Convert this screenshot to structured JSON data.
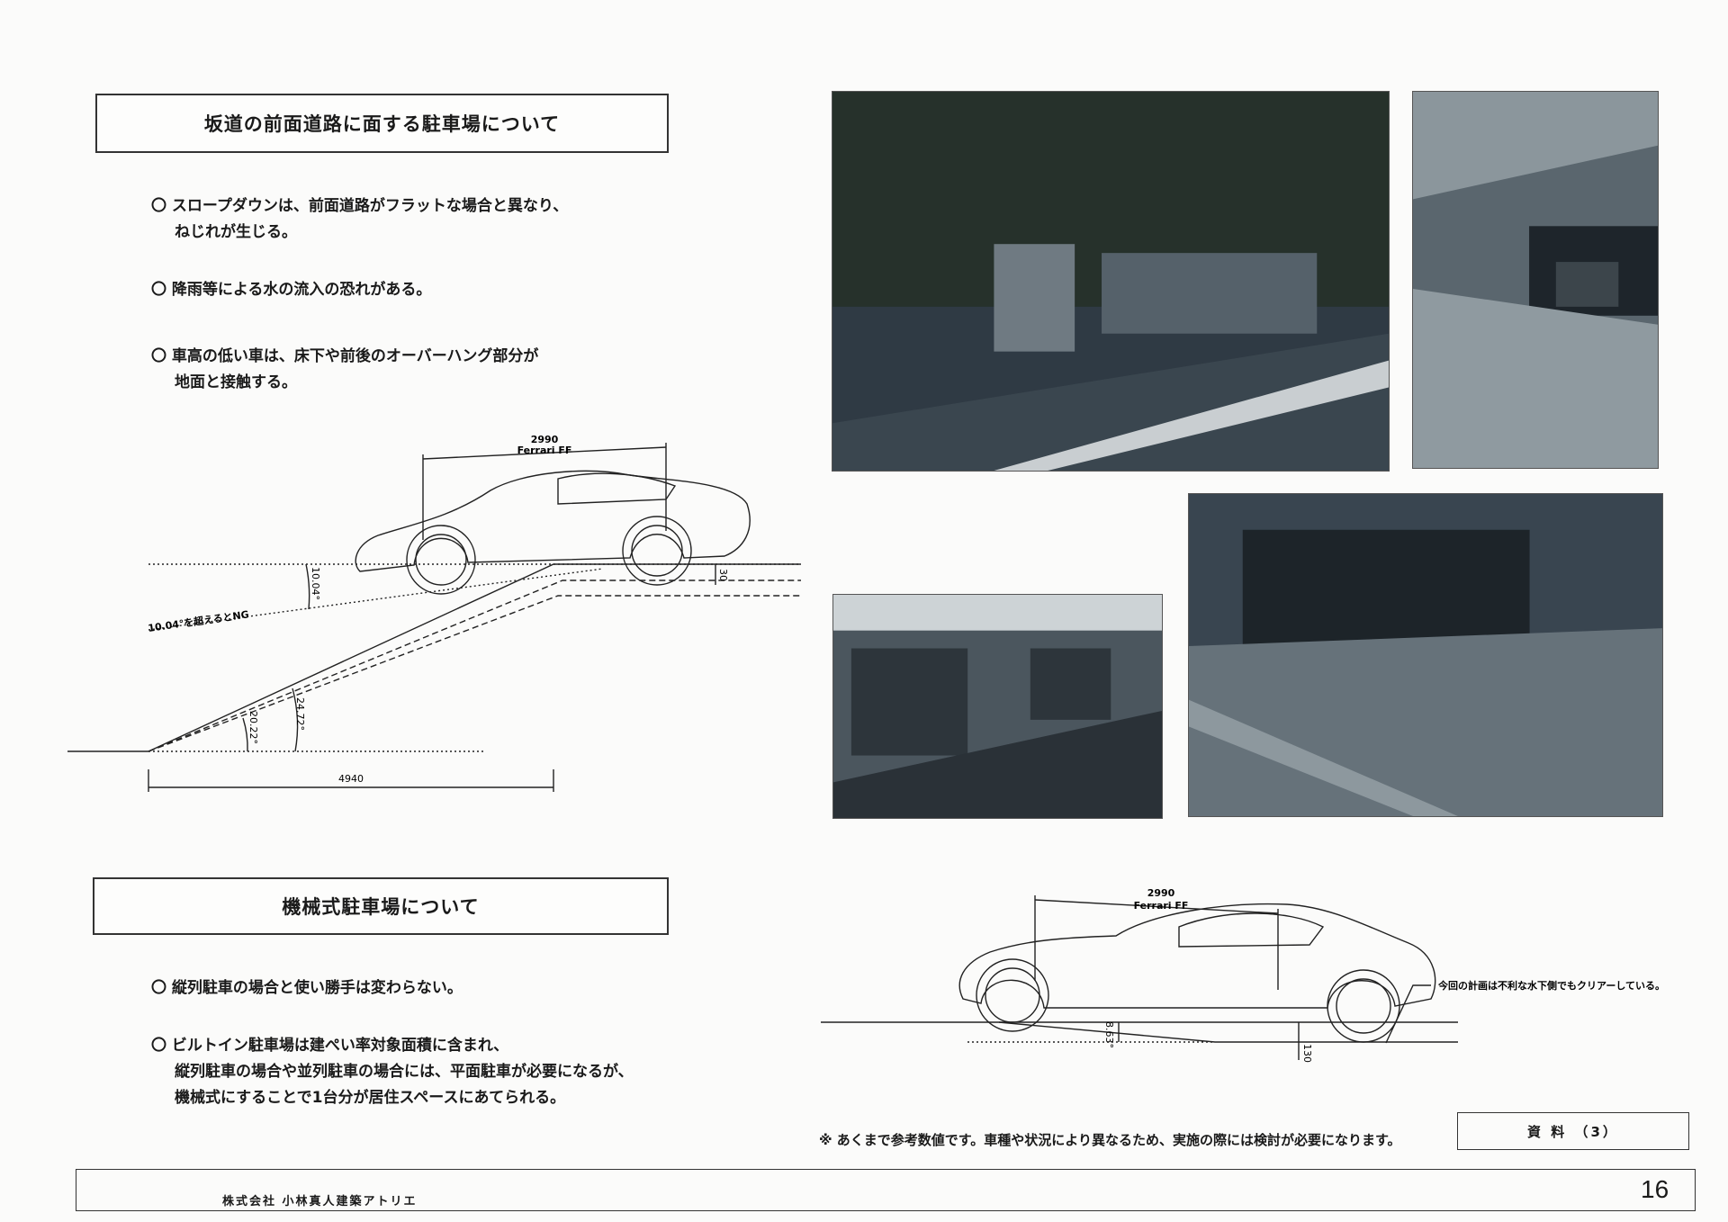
{
  "section1": {
    "title": "坂道の前面道路に面する駐車場について",
    "bullets": [
      {
        "lines": [
          "〇 スロープダウンは、前面道路がフラットな場合と異なり、",
          "ねじれが生じる。"
        ]
      },
      {
        "lines": [
          "〇 降雨等による水の流入の恐れがある。"
        ]
      },
      {
        "lines": [
          "〇 車高の低い車は、床下や前後のオーバーハング部分が",
          "地面と接触する。"
        ]
      }
    ]
  },
  "diagram1": {
    "wheelbase": "2990",
    "car_model": "Ferrari FF",
    "angle_top": "10.04°",
    "ng_label": "10.04°を超えるとNG",
    "angle_lower_a": "20.22°",
    "angle_lower_b": "24.72°",
    "clearance": "30",
    "length": "4940"
  },
  "section2": {
    "title": "機械式駐車場について",
    "bullets": [
      {
        "lines": [
          "〇 縦列駐車の場合と使い勝手は変わらない。"
        ]
      },
      {
        "lines": [
          "〇 ビルトイン駐車場は建ぺい率対象面積に含まれ、",
          "縦列駐車の場合や並列駐車の場合には、平面駐車が必要になるが、",
          "機械式にすることで1台分が居住スペースにあてられる。"
        ]
      }
    ]
  },
  "diagram2": {
    "wheelbase": "2990",
    "car_model": "Ferrari FF",
    "callout": "今回の計画は不利な水下側でもクリアーしている。",
    "depth": "8.63°",
    "clearance": "130"
  },
  "disclaimer": "※ あくまで参考数値です。車種や状況により異なるため、実施の際には検討が必要になります。",
  "doc_ref": "資 料 （3）",
  "company": "株式会社 小林真人建築アトリエ",
  "page_number": "16"
}
